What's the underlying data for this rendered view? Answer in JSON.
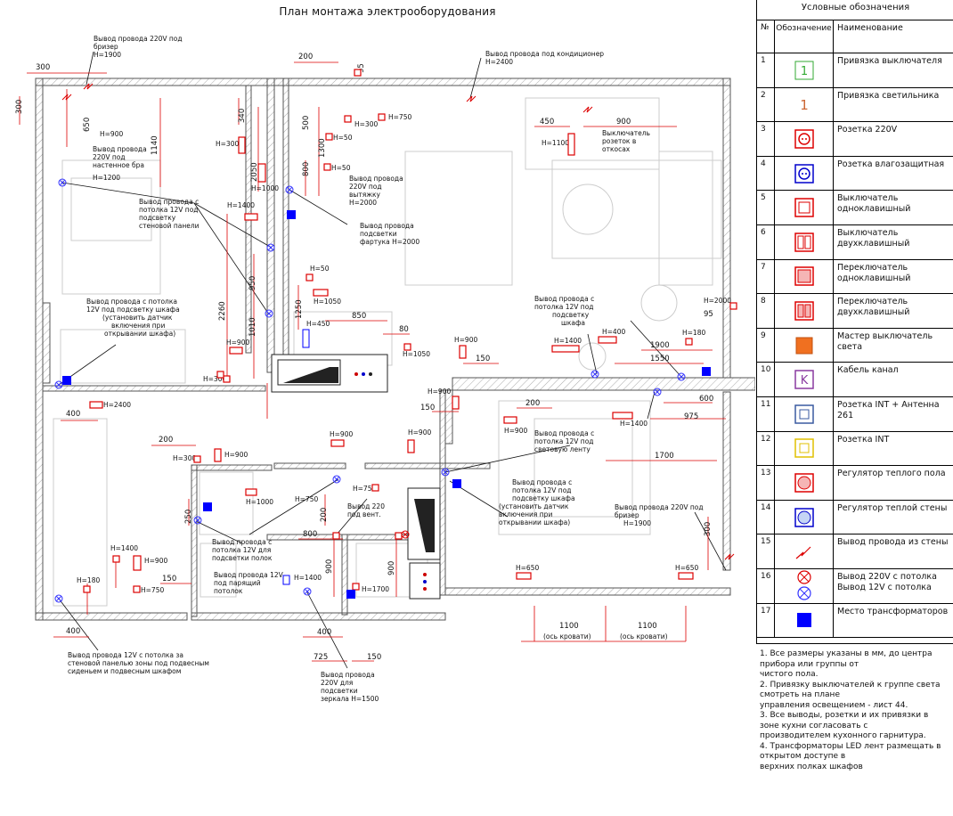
{
  "title": "План монтажа электрооборудования",
  "legend": {
    "title": "Условные обозначения",
    "col_no": "№",
    "col_symbol": "Обозначение",
    "col_name": "Наименование",
    "rows": [
      {
        "no": "1",
        "name": "Привязка выключателя",
        "symbol": "switch-binding-icon",
        "symbol_text": "1"
      },
      {
        "no": "2",
        "name": "Привязка светильника",
        "symbol": "lamp-binding-icon",
        "symbol_text": "1"
      },
      {
        "no": "3",
        "name": "Розетка 220V",
        "symbol": "socket-220v-icon"
      },
      {
        "no": "4",
        "name": "Розетка влагозащитная",
        "symbol": "socket-waterproof-icon"
      },
      {
        "no": "5",
        "name": "Выключатель одноклавишный",
        "symbol": "switch-single-icon"
      },
      {
        "no": "6",
        "name": "Выключатель двухклавишный",
        "symbol": "switch-double-icon"
      },
      {
        "no": "7",
        "name": "Переключатель одноклавишный",
        "symbol": "toggle-single-icon"
      },
      {
        "no": "8",
        "name": "Переключатель двухклавишный",
        "symbol": "toggle-double-icon"
      },
      {
        "no": "9",
        "name": "Мастер выключатель света",
        "symbol": "master-switch-icon"
      },
      {
        "no": "10",
        "name": "Кабель канал",
        "symbol": "cable-channel-icon",
        "symbol_text": "K"
      },
      {
        "no": "11",
        "name": "Розетка INT + Антенна 261",
        "symbol": "socket-int-antenna-icon"
      },
      {
        "no": "12",
        "name": "Розетка INT",
        "symbol": "socket-int-icon"
      },
      {
        "no": "13",
        "name": "Регулятор теплого пола",
        "symbol": "floor-heating-regulator-icon"
      },
      {
        "no": "14",
        "name": "Регулятор теплой стены",
        "symbol": "wall-heating-regulator-icon"
      },
      {
        "no": "15",
        "name": "Вывод провода из стены",
        "symbol": "wall-wire-outlet-icon"
      },
      {
        "no": "16",
        "name": "Вывод 220V с потолка\nВывод 12V с потолка",
        "symbol": "ceiling-outlet-icon"
      },
      {
        "no": "17",
        "name": "Место трансформаторов",
        "symbol": "transformer-place-icon"
      }
    ]
  },
  "notes": [
    "1. Все размеры указаны в мм, до центра прибора или группы от",
    "чистого пола.",
    "2. Привязку выключателей к группе света смотреть на плане",
    "управления освещением - лист 44.",
    "3. Все выводы, розетки и их привязки в зоне кухни согласовать с",
    "производителем кухонного гарнитура.",
    "4. Трансформаторы LED лент размещать в открытом доступе в",
    "верхних полках шкафов"
  ],
  "plan": {
    "dimensions": [
      "300",
      "300",
      "650",
      "1140",
      "2050",
      "340",
      "200",
      "95",
      "500",
      "800",
      "1300",
      "450",
      "900",
      "2260",
      "950",
      "1010",
      "1250",
      "850",
      "80",
      "1900",
      "1550",
      "95",
      "600",
      "975",
      "1700",
      "200",
      "150",
      "150",
      "400",
      "400",
      "200",
      "250",
      "200",
      "800",
      "900",
      "900",
      "400",
      "725",
      "150",
      "1100",
      "1100",
      "300",
      "150"
    ],
    "heights": [
      "H=900",
      "H=1200",
      "H=1900",
      "H=300",
      "H=1000",
      "H=1400",
      "H=2000",
      "H=750",
      "H=300",
      "H=50",
      "H=50",
      "H=1050",
      "H=450",
      "H=900",
      "H=300",
      "H=1050",
      "H=900",
      "H=1100",
      "H=2000",
      "H=1400",
      "H=400",
      "H=180",
      "H=900",
      "H=400",
      "H=900",
      "H=1400",
      "H=2400",
      "H=300",
      "H=900",
      "H=1000",
      "H=900",
      "H=900",
      "H=750",
      "H=750",
      "H=1400",
      "H=1700",
      "H=1400",
      "H=900",
      "H=180",
      "H=750",
      "H=650",
      "H=650",
      "H=2400",
      "H=1900"
    ],
    "annotations": {
      "a1": [
        "Вывод провода 220V под",
        "бризер",
        "H=1900"
      ],
      "a2": [
        "Вывод провода под кондиционер",
        "H=2400"
      ],
      "a3": [
        "Вывод провода",
        "220V под",
        "настенное бра",
        "H=1200"
      ],
      "a4": [
        "Вывод провода с",
        "потолка 12V под",
        "подсветку",
        "стеновой панели"
      ],
      "a5": [
        "Вывод провода",
        "220V под",
        "вытяжку",
        "H=2000"
      ],
      "a6": [
        "Вывод провода",
        "подсветки",
        "фартука H=2000"
      ],
      "a7": [
        "Выключатель",
        "розеток в",
        "откосах"
      ],
      "a8": [
        "Вывод провода с потолка",
        "12V под подсветку шкафа",
        "(установить датчик",
        "включения при",
        "открывании шкафа)"
      ],
      "a9": [
        "Вывод провода с",
        "потолка 12V под",
        "подсветку",
        "шкафа"
      ],
      "a10": [
        "Вывод провода с",
        "потолка 12V под",
        "световую ленту"
      ],
      "a11": [
        "Вывод провода с",
        "потолка 12V под",
        "подсветку шкафа",
        "(установить датчик",
        "включения при",
        "открывании шкафа)"
      ],
      "a12": [
        "Вывод провода 220V под",
        "бризер",
        "H=1900"
      ],
      "a13": [
        "Вывод провода с",
        "потолка 12V для",
        "подсветки полок"
      ],
      "a14": [
        "Вывод провода 12V",
        "под парящий",
        "потолок"
      ],
      "a15": [
        "Вывод 220",
        "под вент."
      ],
      "a16": [
        "Вывод провода 12V с потолка за",
        "стеновой панелью зоны под подвесным",
        "сиденьем и подвесным шкафом"
      ],
      "a17": [
        "Вывод провода",
        "220V для",
        "подсветки",
        "зеркала H=1500"
      ],
      "a18": [
        "(ось кровати)",
        "(ось кровати)"
      ]
    }
  }
}
